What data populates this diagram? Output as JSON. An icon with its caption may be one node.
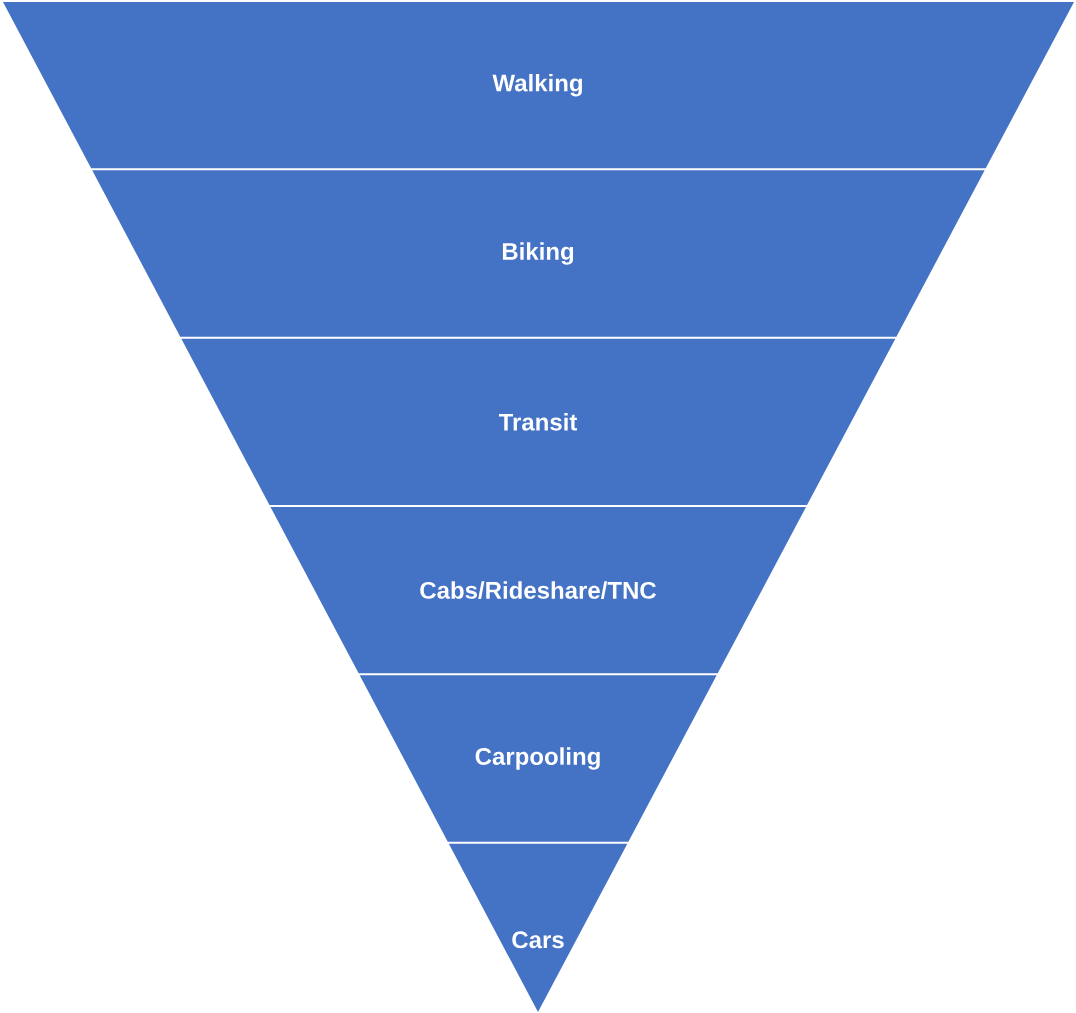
{
  "diagram": {
    "nodes": [
      {
        "text": [
          "Walking"
        ]
      },
      {
        "text": [
          "Biking"
        ]
      },
      {
        "text": [
          "Transit"
        ]
      },
      {
        "text": [
          "Cabs/Rideshare/TNC"
        ]
      },
      {
        "text": [
          "Carpooling"
        ]
      },
      {
        "text": [
          "Cars"
        ]
      }
    ]
  }
}
